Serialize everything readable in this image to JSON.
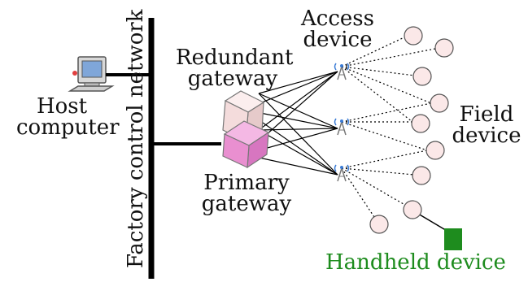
{
  "labels": {
    "access_device": [
      "Access",
      "device"
    ],
    "redundant_gateway": [
      "Redundant",
      "gateway"
    ],
    "host_computer": [
      "Host",
      "computer"
    ],
    "field_device": [
      "Field",
      "device"
    ],
    "primary_gateway": [
      "Primary",
      "gateway"
    ],
    "factory_control_network": "Factory control network",
    "handheld_device": "Handheld device"
  },
  "colors": {
    "primary_gateway_fill": "#e98fd0",
    "redundant_gateway_fill": "#f4dcdc",
    "field_device_fill": "#fbe8e8",
    "handheld_fill": "#1e8c1e",
    "handheld_text": "#1e8c1e"
  },
  "icons": {
    "host": "computer-icon",
    "access_point": "antenna-icon",
    "gateway": "box-icon"
  }
}
